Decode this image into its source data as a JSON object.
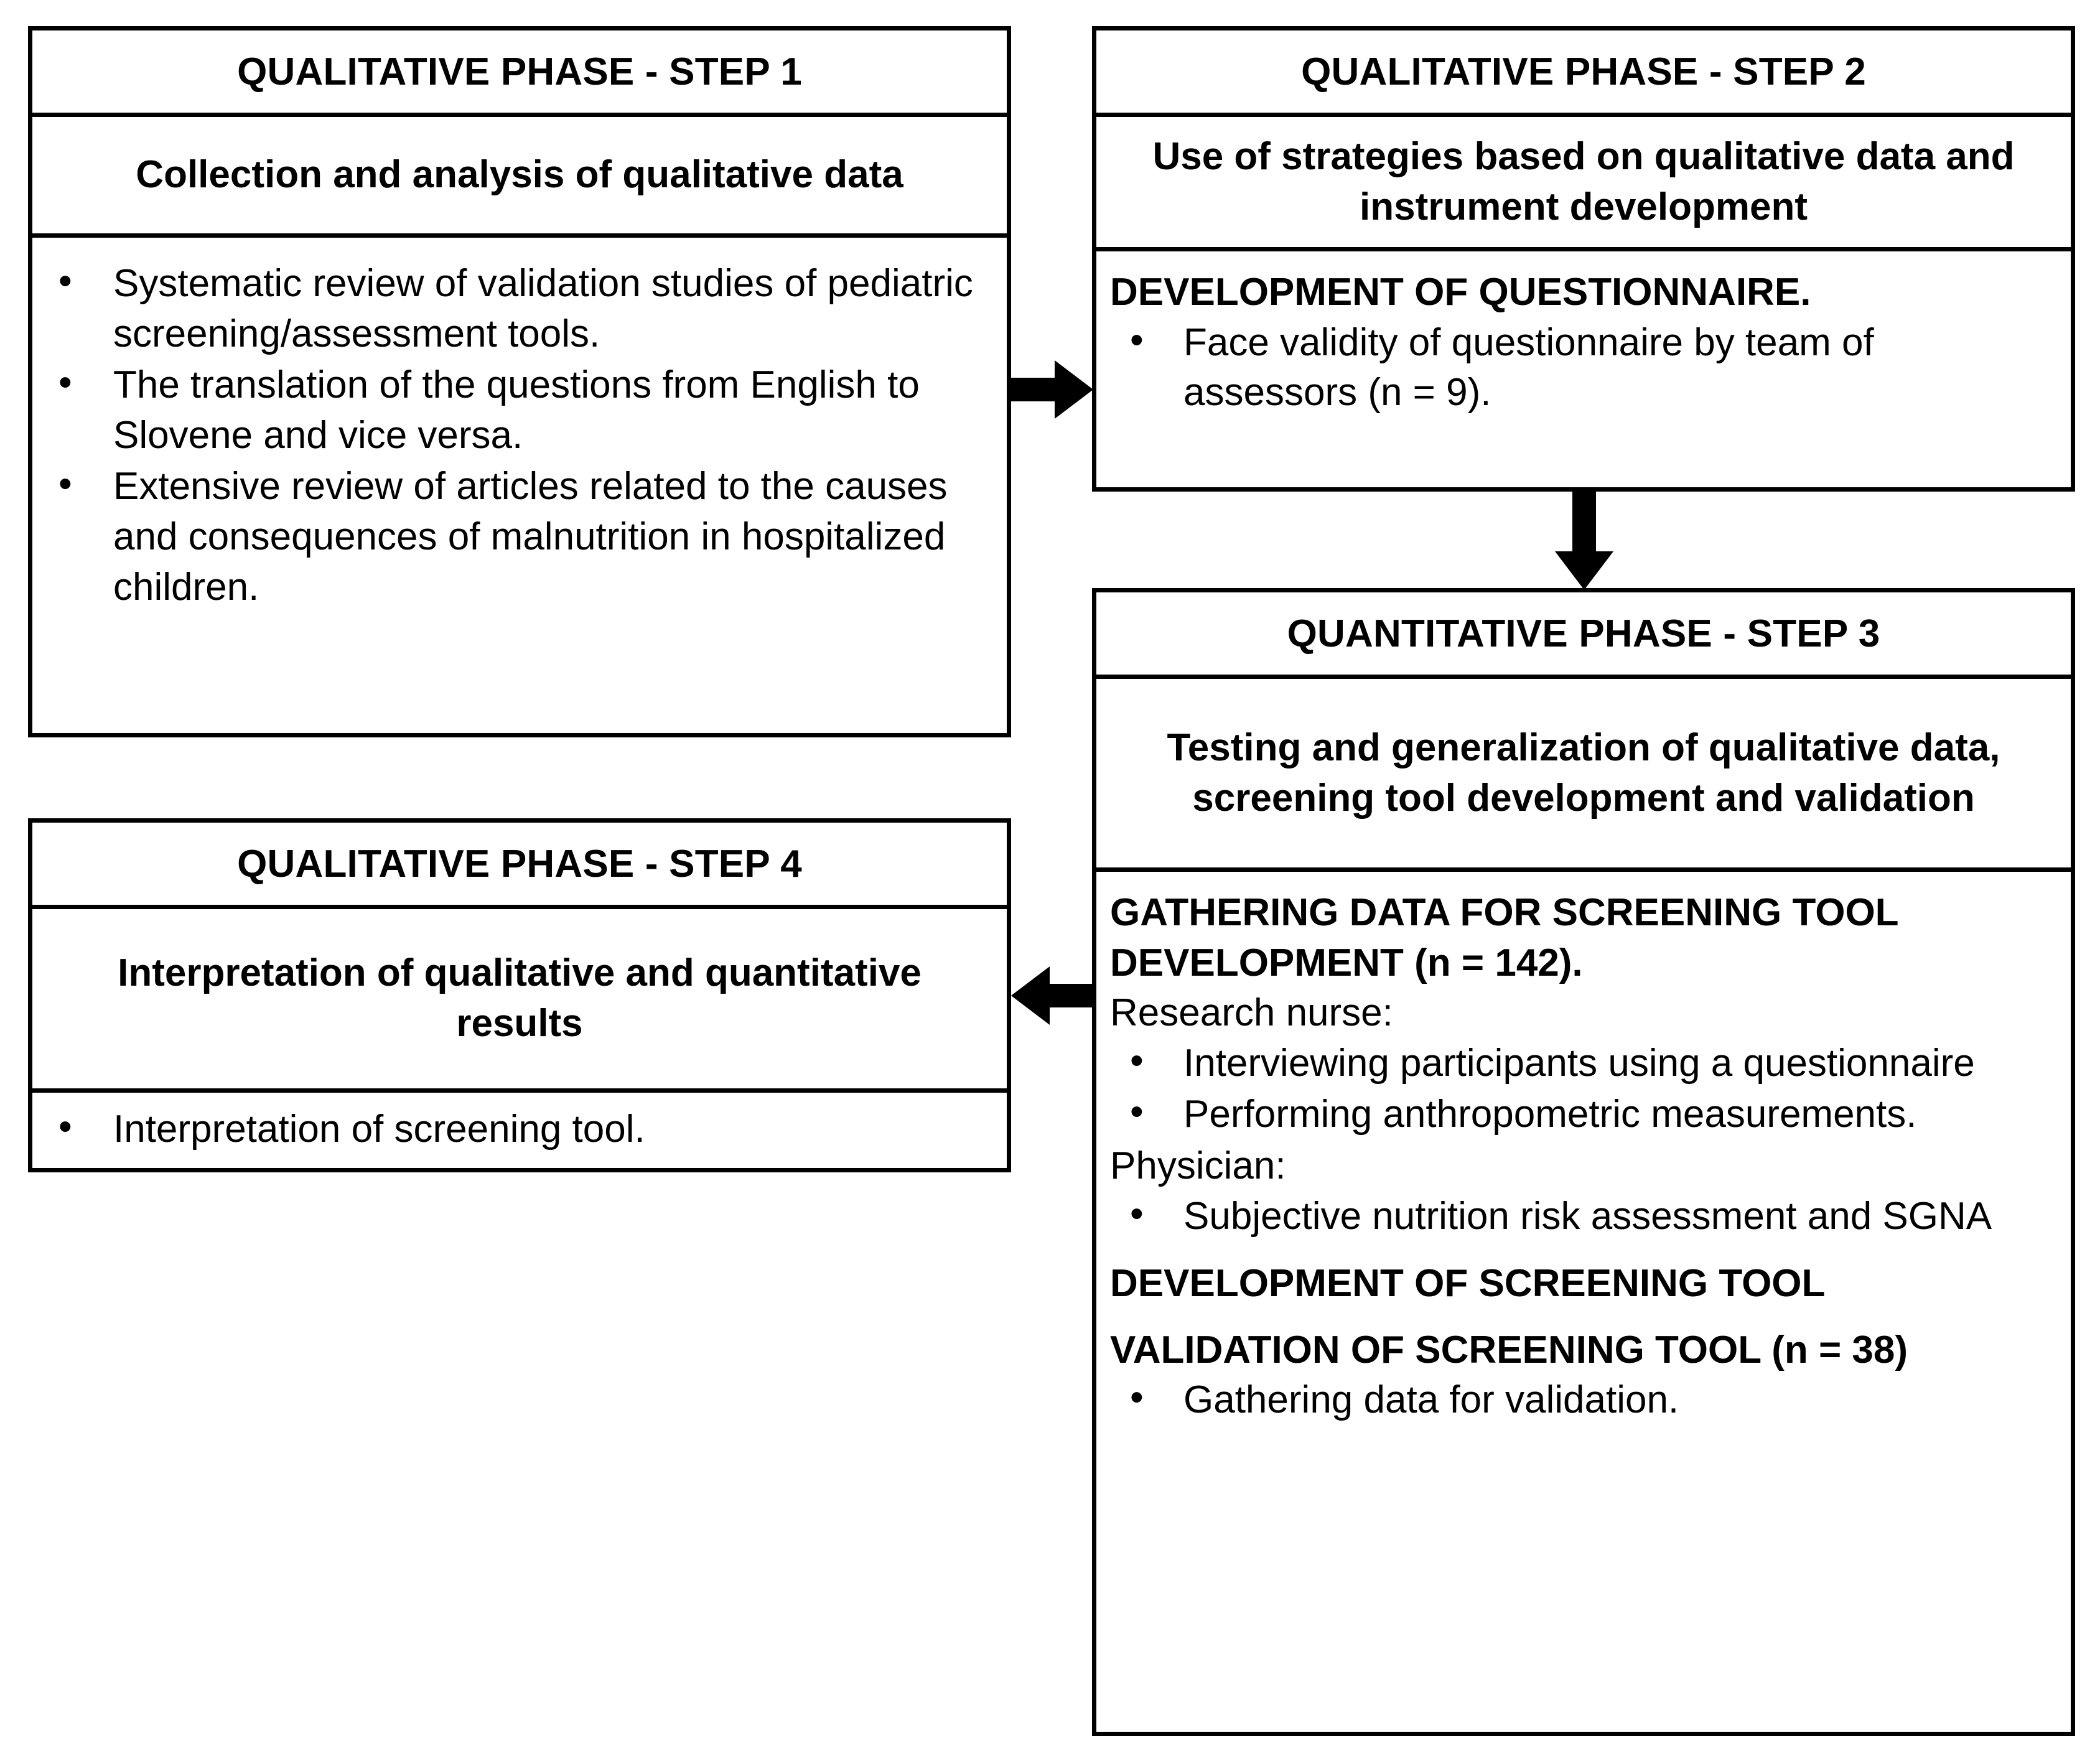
{
  "figure": {
    "type": "mixed-methods-research-flowchart",
    "background_color": "#ffffff",
    "line_color": "#000000"
  },
  "boxes": {
    "step1": {
      "title": "QUALITATIVE PHASE - STEP 1",
      "subtitle": "Collection and analysis of qualitative data",
      "bullets": [
        "Systematic review of validation studies of pediatric screening/assessment tools.",
        "The translation of the questions from English to Slovene and vice versa.",
        "Extensive review of articles related to the causes and consequences of malnutrition in hospitalized children."
      ]
    },
    "step2": {
      "title": "QUALITATIVE PHASE - STEP 2",
      "subtitle": "Use of strategies based on qualitative data and instrument development",
      "heading": "DEVELOPMENT OF QUESTIONNAIRE.",
      "bullets": [
        "Face validity of questionnaire by team of assessors (n = 9)."
      ]
    },
    "step3": {
      "title": "QUANTITATIVE PHASE - STEP 3",
      "subtitle": "Testing and generalization of qualitative data, screening tool development and validation",
      "heading_gathering": "GATHERING DATA FOR SCREENING TOOL DEVELOPMENT (n = 142).",
      "role_nurse_label": "Research nurse:",
      "nurse_bullets": [
        "Interviewing participants using a questionnaire",
        "Performing anthropometric measurements."
      ],
      "role_physician_label": "Physician:",
      "physician_bullets": [
        "Subjective nutrition risk assessment and SGNA"
      ],
      "heading_development": "DEVELOPMENT OF SCREENING TOOL",
      "heading_validation": "VALIDATION OF SCREENING TOOL (n = 38)",
      "validation_bullets": [
        "Gathering data for validation."
      ]
    },
    "step4": {
      "title": "QUALITATIVE PHASE - STEP 4",
      "subtitle": "Interpretation of qualitative and quantitative results",
      "bullets": [
        "Interpretation of screening tool."
      ]
    }
  },
  "arrows": [
    {
      "name": "step1-to-step2",
      "direction": "right"
    },
    {
      "name": "step2-to-step3",
      "direction": "down"
    },
    {
      "name": "step3-to-step4",
      "direction": "left"
    }
  ]
}
